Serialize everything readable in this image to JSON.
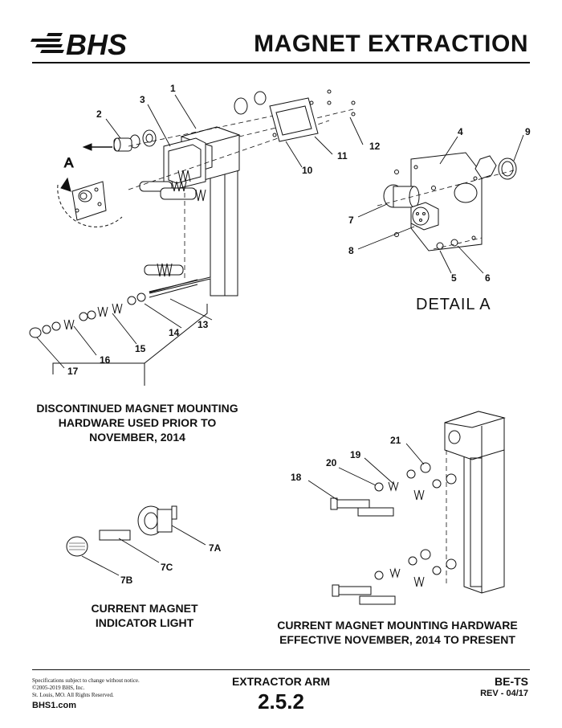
{
  "header": {
    "logo_text": "BHS",
    "title": "MAGNET EXTRACTION"
  },
  "diagram": {
    "detail_marker": "A",
    "detail_title": "DETAIL  A",
    "part_labels": {
      "p1": "1",
      "p2": "2",
      "p3": "3",
      "p4": "4",
      "p5": "5",
      "p6": "6",
      "p7": "7",
      "p8": "8",
      "p9": "9",
      "p10": "10",
      "p11": "11",
      "p12": "12",
      "p13": "13",
      "p14": "14",
      "p15": "15",
      "p16": "16",
      "p17": "17",
      "p18": "18",
      "p19": "19",
      "p20": "20",
      "p21": "21",
      "p7a": "7A",
      "p7b": "7B",
      "p7c": "7C"
    },
    "captions": {
      "discontinued_l1": "DISCONTINUED MAGNET MOUNTING",
      "discontinued_l2": "HARDWARE USED PRIOR TO",
      "discontinued_l3": "NOVEMBER, 2014",
      "indicator_l1": "CURRENT MAGNET",
      "indicator_l2": "INDICATOR LIGHT",
      "current_l1": "CURRENT MAGNET MOUNTING HARDWARE",
      "current_l2": "EFFECTIVE NOVEMBER, 2014 TO PRESENT"
    }
  },
  "footer": {
    "fine_print": [
      "Specifications subject to change without notice.",
      "©2005-2019 BHS, Inc.",
      "St. Louis, MO.  All Rights Reserved."
    ],
    "website": "BHS1.com",
    "section": "EXTRACTOR ARM",
    "page_number": "2.5.2",
    "doc_id": "BE-TS",
    "revision": "REV - 04/17"
  }
}
